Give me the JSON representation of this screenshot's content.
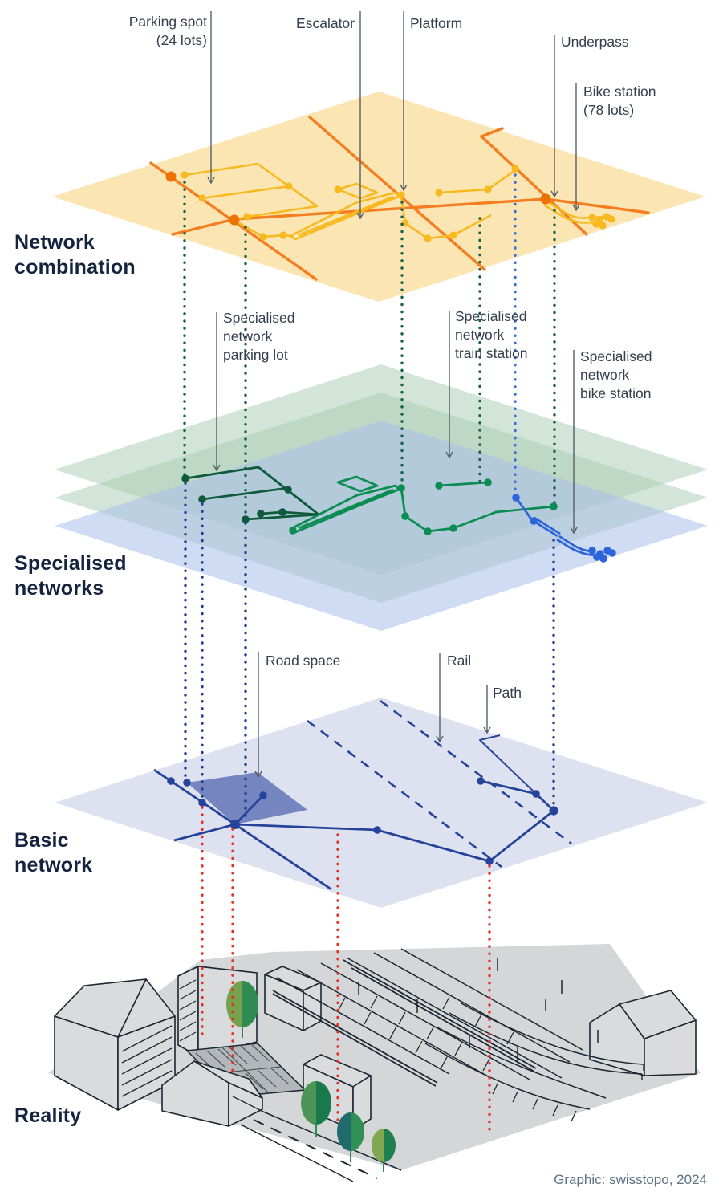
{
  "layers": {
    "combination": {
      "title": "Network\ncombination",
      "annotations": {
        "parking_spot": "Parking spot\n(24 lots)",
        "escalator": "Escalator",
        "platform": "Platform",
        "underpass": "Underpass",
        "bike_station": "Bike station\n(78 lots)"
      }
    },
    "specialised": {
      "title": "Specialised\nnetworks",
      "annotations": {
        "parking": "Specialised\nnetwork\nparking lot",
        "train": "Specialised\nnetwork\ntrain station",
        "bike": "Specialised\nnetwork\nbike station"
      }
    },
    "basic": {
      "title": "Basic\nnetwork",
      "annotations": {
        "road_space": "Road space",
        "rail": "Rail",
        "path": "Path"
      }
    },
    "reality": {
      "title": "Reality"
    }
  },
  "caption": "Graphic: swisstopo, 2024",
  "colors": {
    "combination_plane": "#FBE6B3",
    "road_orange": "#F47D20",
    "network_yellow": "#F8B91F",
    "specialised_green_plane": "#A8CBB2",
    "specialised_blue_plane": "#A9BFE9",
    "parking_network_dark_green": "#0E5A3A",
    "train_network_green": "#0A8C52",
    "bike_network_blue": "#2D64D9",
    "basic_plane": "#DEE1F0",
    "road_space_fill": "#7585C0",
    "basic_network_navy": "#26439A",
    "dotted_green": "#156049",
    "dotted_navy": "#1F3F96",
    "dotted_blue": "#3D6CD8",
    "dotted_red": "#E43128",
    "title_text": "#15233E",
    "annotation_text": "#333F4D",
    "caption_text": "#5E7285"
  }
}
